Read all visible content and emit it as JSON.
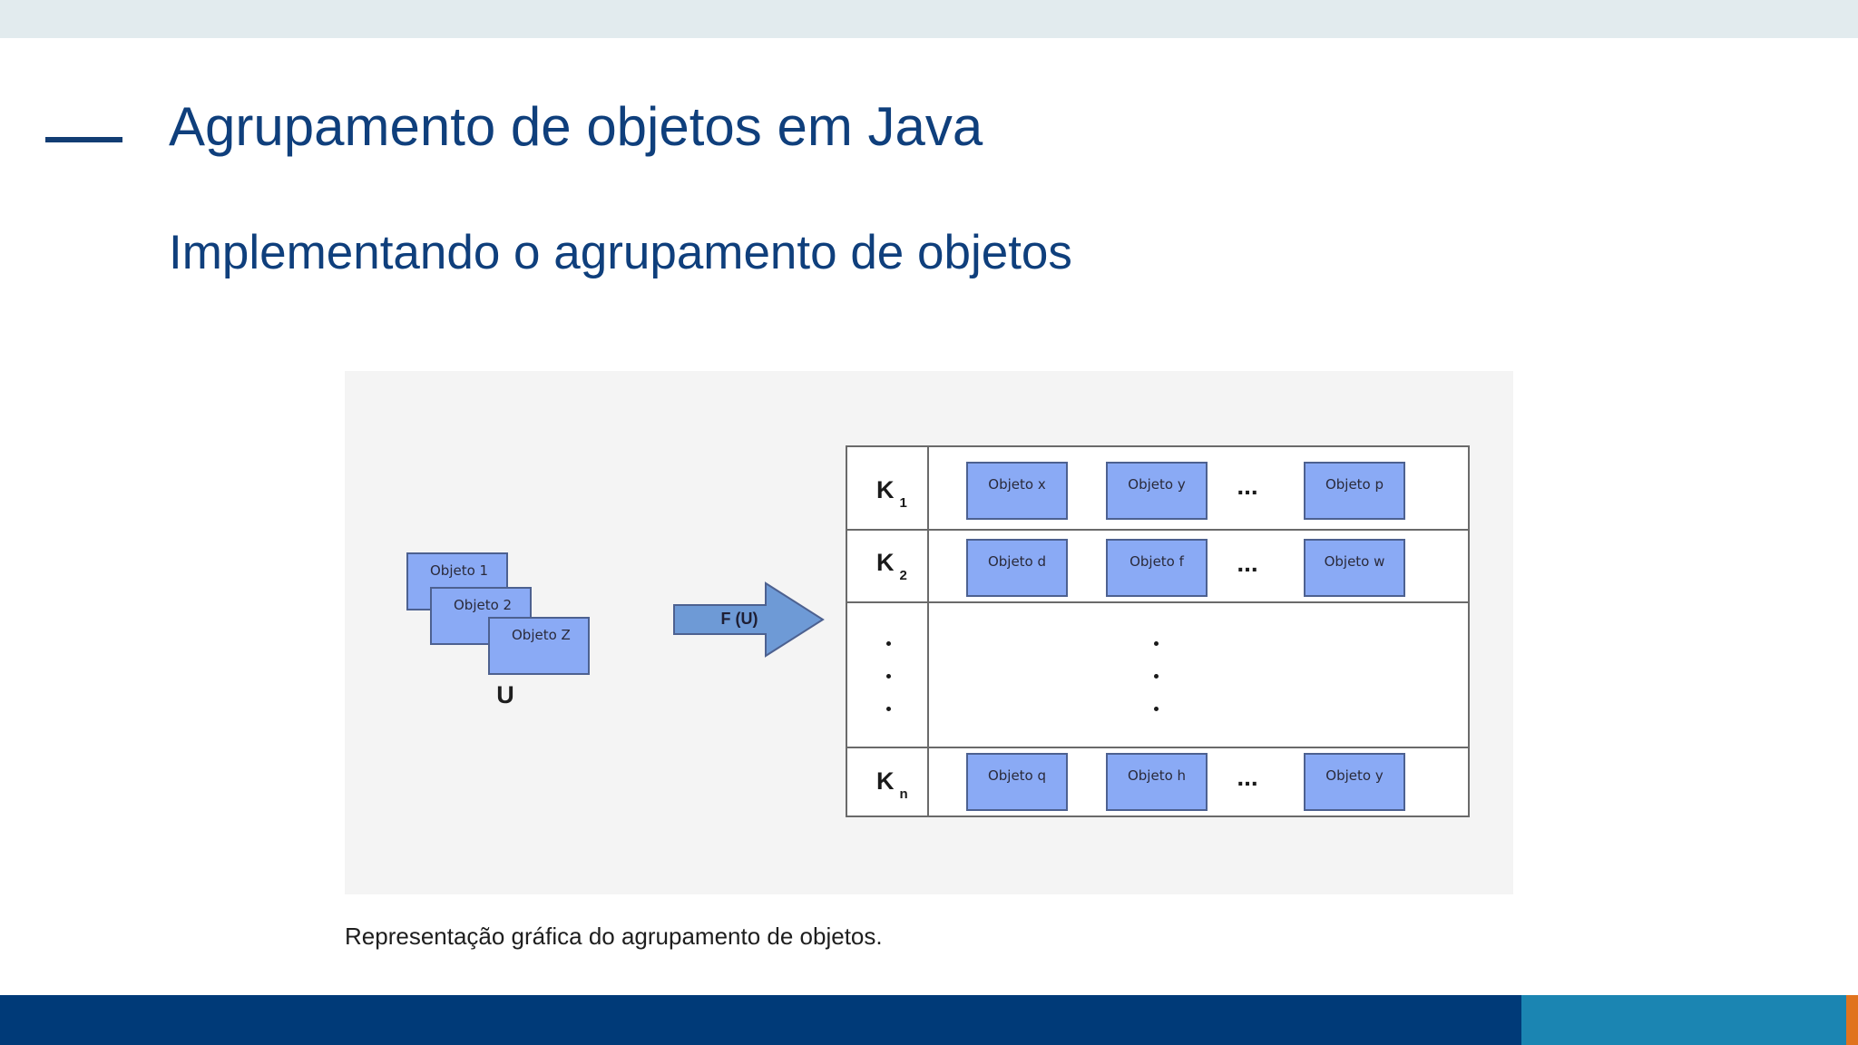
{
  "slide": {
    "title": "Agrupamento de objetos em Java",
    "subtitle": "Implementando o agrupamento de objetos",
    "caption": "Representação gráfica do agrupamento de objetos."
  },
  "figure": {
    "set_objects": [
      "Objeto 1",
      "Objeto 2",
      "Objeto Z"
    ],
    "set_label": "U",
    "function_label": "F (U)",
    "rows": [
      {
        "key": "K",
        "key_sub": "1",
        "objects": [
          "Objeto x",
          "Objeto y",
          "Objeto p"
        ],
        "ellipsis": "..."
      },
      {
        "key": "K",
        "key_sub": "2",
        "objects": [
          "Objeto d",
          "Objeto f",
          "Objeto w"
        ],
        "ellipsis": "..."
      },
      {
        "key": "K",
        "key_sub": "n",
        "objects": [
          "Objeto q",
          "Objeto h",
          "Objeto y"
        ],
        "ellipsis": "..."
      }
    ]
  },
  "colors": {
    "title": "#0f3f7c",
    "object_fill": "#8aaaf5",
    "arrow_fill": "#6e9ad6",
    "footer_main": "#003a78",
    "footer_teal": "#1b85b2",
    "footer_orange": "#e0731e"
  }
}
